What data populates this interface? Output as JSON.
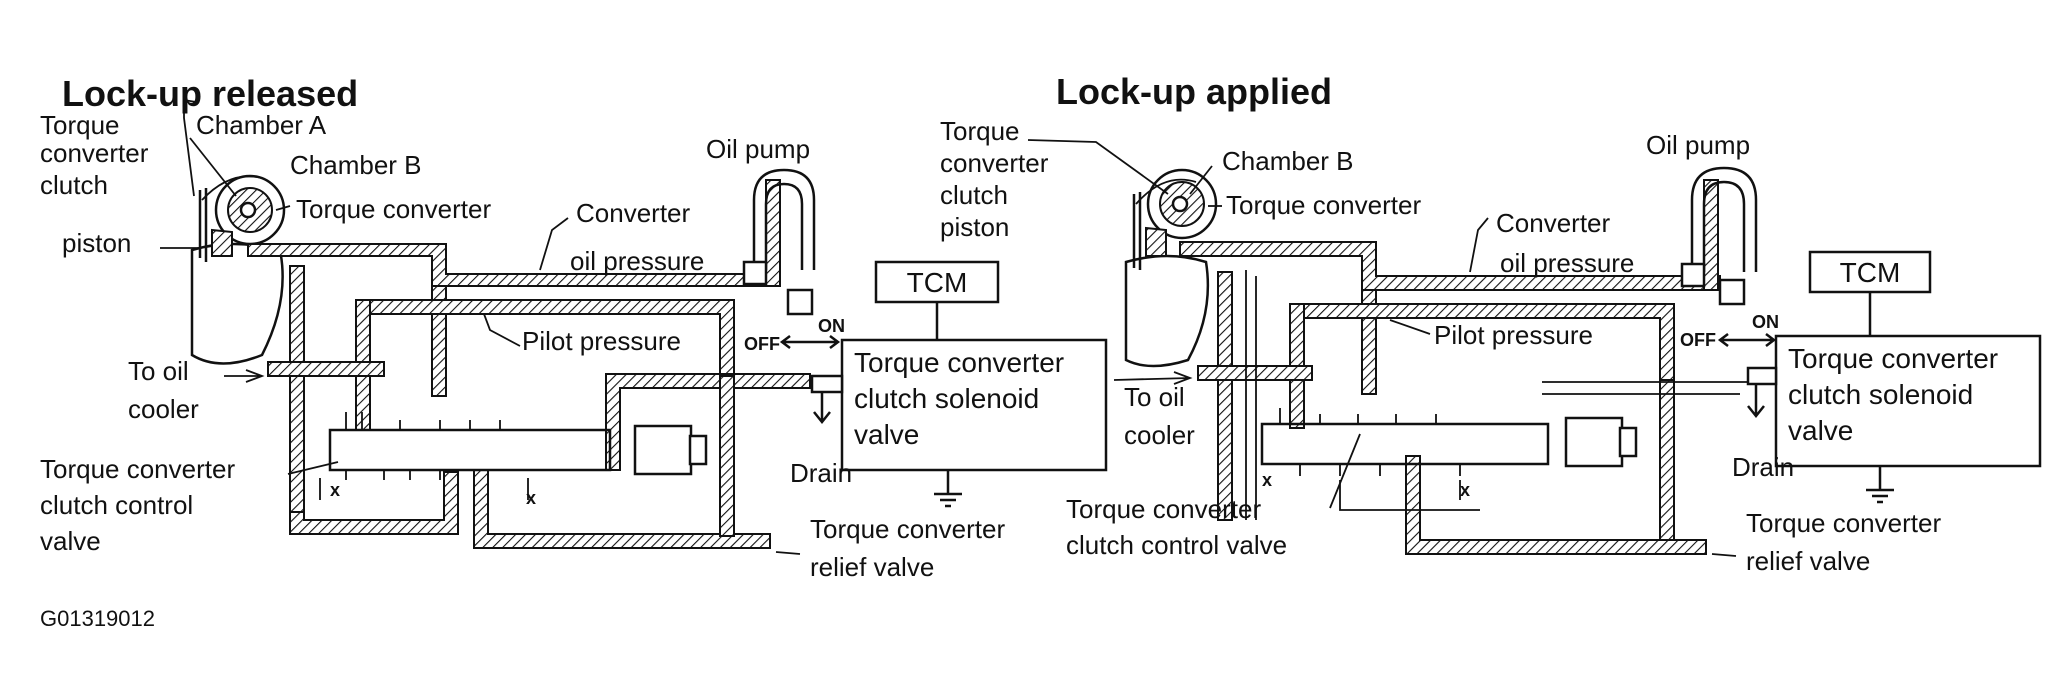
{
  "left": {
    "title": "Lock-up released",
    "torque_converter_clutch_piston": [
      "Torque",
      "converter",
      "clutch",
      "piston"
    ],
    "chamber_a": "Chamber A",
    "chamber_b": "Chamber B",
    "torque_converter": "Torque converter",
    "converter_oil_pressure": [
      "Converter",
      "oil pressure"
    ],
    "oil_pump": "Oil pump",
    "tcm": "TCM",
    "pilot_pressure": "Pilot pressure",
    "off": "OFF",
    "on": "ON",
    "solenoid_valve": [
      "Torque converter",
      "clutch solenoid",
      "valve"
    ],
    "to_oil_cooler": [
      "To oil",
      "cooler"
    ],
    "control_valve": [
      "Torque converter",
      "clutch control",
      "valve"
    ],
    "drain": "Drain",
    "relief_valve": [
      "Torque converter",
      "relief valve"
    ],
    "x_mark": "x"
  },
  "right": {
    "title": "Lock-up applied",
    "torque_converter_clutch_piston": [
      "Torque",
      "converter",
      "clutch",
      "piston"
    ],
    "chamber_b": "Chamber B",
    "torque_converter": "Torque converter",
    "converter_oil_pressure": [
      "Converter",
      "oil pressure"
    ],
    "oil_pump": "Oil pump",
    "tcm": "TCM",
    "pilot_pressure": "Pilot pressure",
    "off": "OFF",
    "on": "ON",
    "solenoid_valve": [
      "Torque converter",
      "clutch solenoid",
      "valve"
    ],
    "to_oil_cooler": [
      "To oil",
      "cooler"
    ],
    "control_valve": [
      "Torque converter",
      "clutch control valve"
    ],
    "drain": "Drain",
    "relief_valve": [
      "Torque converter",
      "relief valve"
    ],
    "x_mark": "x"
  },
  "figure_code": "G01319012"
}
